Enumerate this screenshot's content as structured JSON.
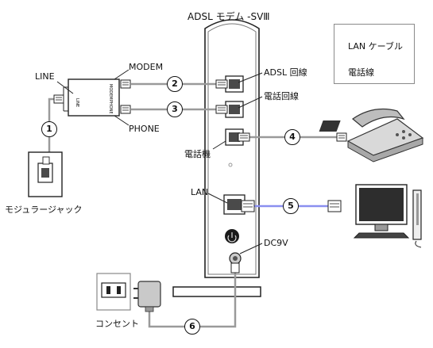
{
  "title": "ADSL モデム -SVⅢ",
  "legend": {
    "lan_cable": "LAN ケーブル",
    "phone_line": "電話線"
  },
  "splitter": {
    "line_label": "LINE",
    "modem_label": "MODEM",
    "phone_label": "PHONE",
    "body_line": "LINE",
    "body_modem": "MODEM",
    "body_phone": "PHONE"
  },
  "ports": {
    "adsl_line": "ADSL 回線",
    "phone_line": "電話回線",
    "telephone": "電話機",
    "lan": "LAN",
    "dc": "DC9V"
  },
  "devices": {
    "modular_jack": "モジュラージャック",
    "outlet": "コンセント"
  },
  "steps": [
    "1",
    "2",
    "3",
    "4",
    "5",
    "6"
  ],
  "colors": {
    "lan_cable": "#8a8ff0",
    "phone_line": "#9a9a9a",
    "power_cord": "#9a9a9a"
  }
}
